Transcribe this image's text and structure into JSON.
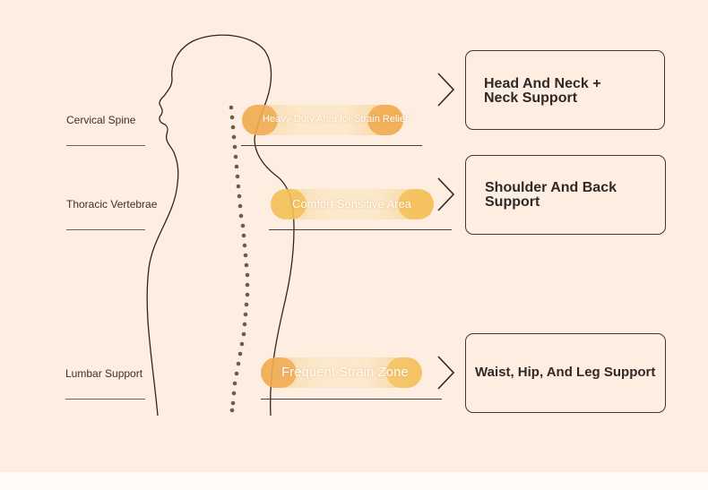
{
  "left_labels": [
    "Cervical Spine",
    "Thoracic Vertebrae",
    "Lumbar Support"
  ],
  "zones": [
    "Heavy-Duty Area for Strain Relief",
    "Comfort Sensitive Area",
    "Frequent Strain Zone"
  ],
  "boxes": [
    {
      "line1": "Head And Neck +",
      "line2": "Neck Support"
    },
    {
      "line1": "Shoulder And Back",
      "line2": "Support"
    },
    {
      "line1": "Waist, Hip, And Leg Support",
      "line2": ""
    }
  ],
  "colors": {
    "background": "#fdeee1",
    "zone_orange": "#f0a94a",
    "zone_yellow": "#f5c04a",
    "outline": "#3f3834"
  },
  "icons": [
    "chevron-right-icon",
    "chevron-right-icon",
    "chevron-right-icon"
  ]
}
